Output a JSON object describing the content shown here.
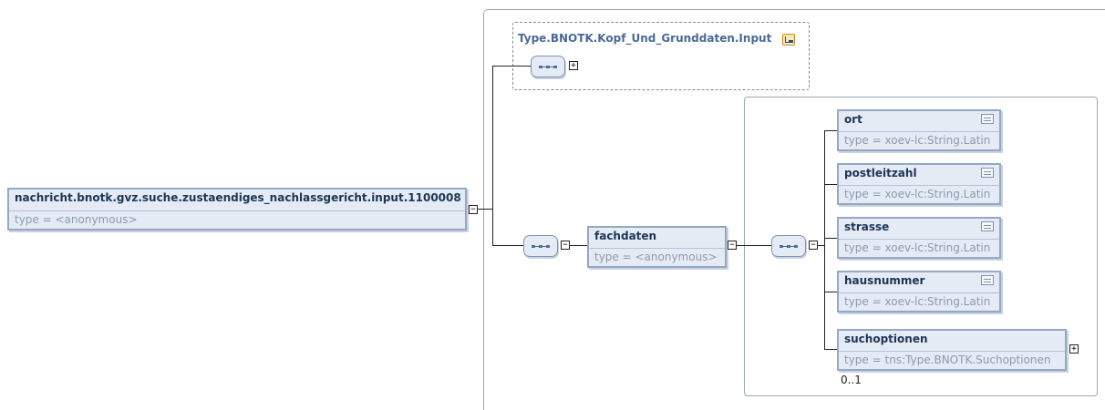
{
  "root": {
    "name": "nachricht.bnotk.gvz.suche.zustaendiges_nachlassgericht.input.1100008",
    "type": "type = <anonymous>"
  },
  "base_type": {
    "label": "Type.BNOTK.Kopf_Und_Grunddaten.Input"
  },
  "fachdaten": {
    "name": "fachdaten",
    "type": "type = <anonymous>"
  },
  "children": [
    {
      "name": "ort",
      "type": "type = xoev-lc:String.Latin"
    },
    {
      "name": "postleitzahl",
      "type": "type = xoev-lc:String.Latin"
    },
    {
      "name": "strasse",
      "type": "type = xoev-lc:String.Latin"
    },
    {
      "name": "hausnummer",
      "type": "type = xoev-lc:String.Latin"
    },
    {
      "name": "suchoptionen",
      "type": "type = tns:Type.BNOTK.Suchoptionen",
      "occurrence": "0..1"
    }
  ],
  "symbols": {
    "expand": "+",
    "collapse": "−"
  },
  "colors": {
    "element_fill": "#e4ebf4",
    "element_border": "#94a8c4",
    "name_text": "#1d3557",
    "type_text": "#8c9bb0"
  }
}
